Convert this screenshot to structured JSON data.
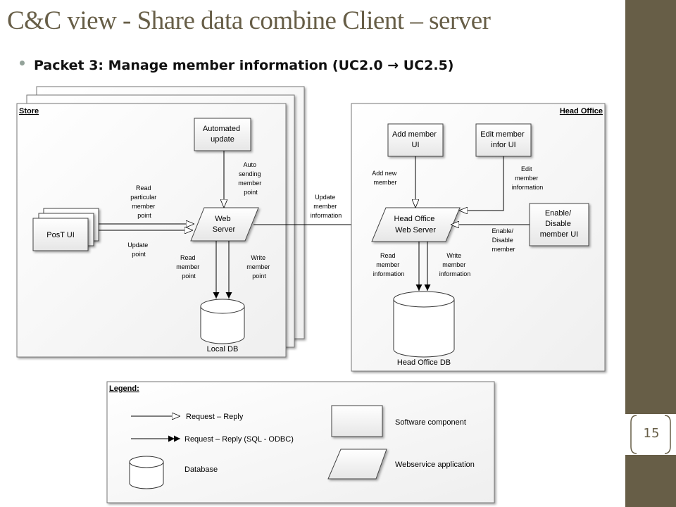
{
  "slide": {
    "title": "C&C view - Share data combine Client – server",
    "bullet": "Packet 3: Manage member information (UC2.0 → UC2.5)",
    "page_number": "15"
  },
  "colors": {
    "accent": "#675e47",
    "bullet": "#93a299"
  },
  "diagram": {
    "store": {
      "label": "Store",
      "automated_update": [
        "Automated",
        "update"
      ],
      "web_server": [
        "Web",
        "Server"
      ],
      "post_ui": "PosT UI",
      "local_db": "Local DB",
      "read_particular": [
        "Read",
        "particular",
        "member",
        "point"
      ],
      "update_point": [
        "Update",
        "point"
      ],
      "auto_sending": [
        "Auto",
        "sending",
        "member",
        "point"
      ],
      "read_member_point": [
        "Read",
        "member",
        "point"
      ],
      "write_member_point": [
        "Write",
        "member",
        "point"
      ]
    },
    "link": {
      "update_member_information": [
        "Update",
        "member",
        "information"
      ]
    },
    "head_office": {
      "label": "Head Office",
      "add_member_ui": [
        "Add member",
        "UI"
      ],
      "edit_member_ui": [
        "Edit member",
        "infor UI"
      ],
      "ho_web_server": [
        "Head Office",
        "Web Server"
      ],
      "enable_disable_ui": [
        "Enable/",
        "Disable",
        "member UI"
      ],
      "ho_db": "Head Office DB",
      "add_new_member": [
        "Add new",
        "member"
      ],
      "edit_member_information": [
        "Edit",
        "member",
        "information"
      ],
      "enable_disable_member": [
        "Enable/",
        "Disable",
        "member"
      ],
      "read_member_information": [
        "Read",
        "member",
        "information"
      ],
      "write_member_information": [
        "Write",
        "member",
        "information"
      ]
    },
    "legend": {
      "title": "Legend:",
      "request_reply": "Request – Reply",
      "request_reply_sql": "Request – Reply (SQL - ODBC)",
      "database": "Database",
      "software_component": "Software component",
      "webservice_application": "Webservice application"
    }
  }
}
